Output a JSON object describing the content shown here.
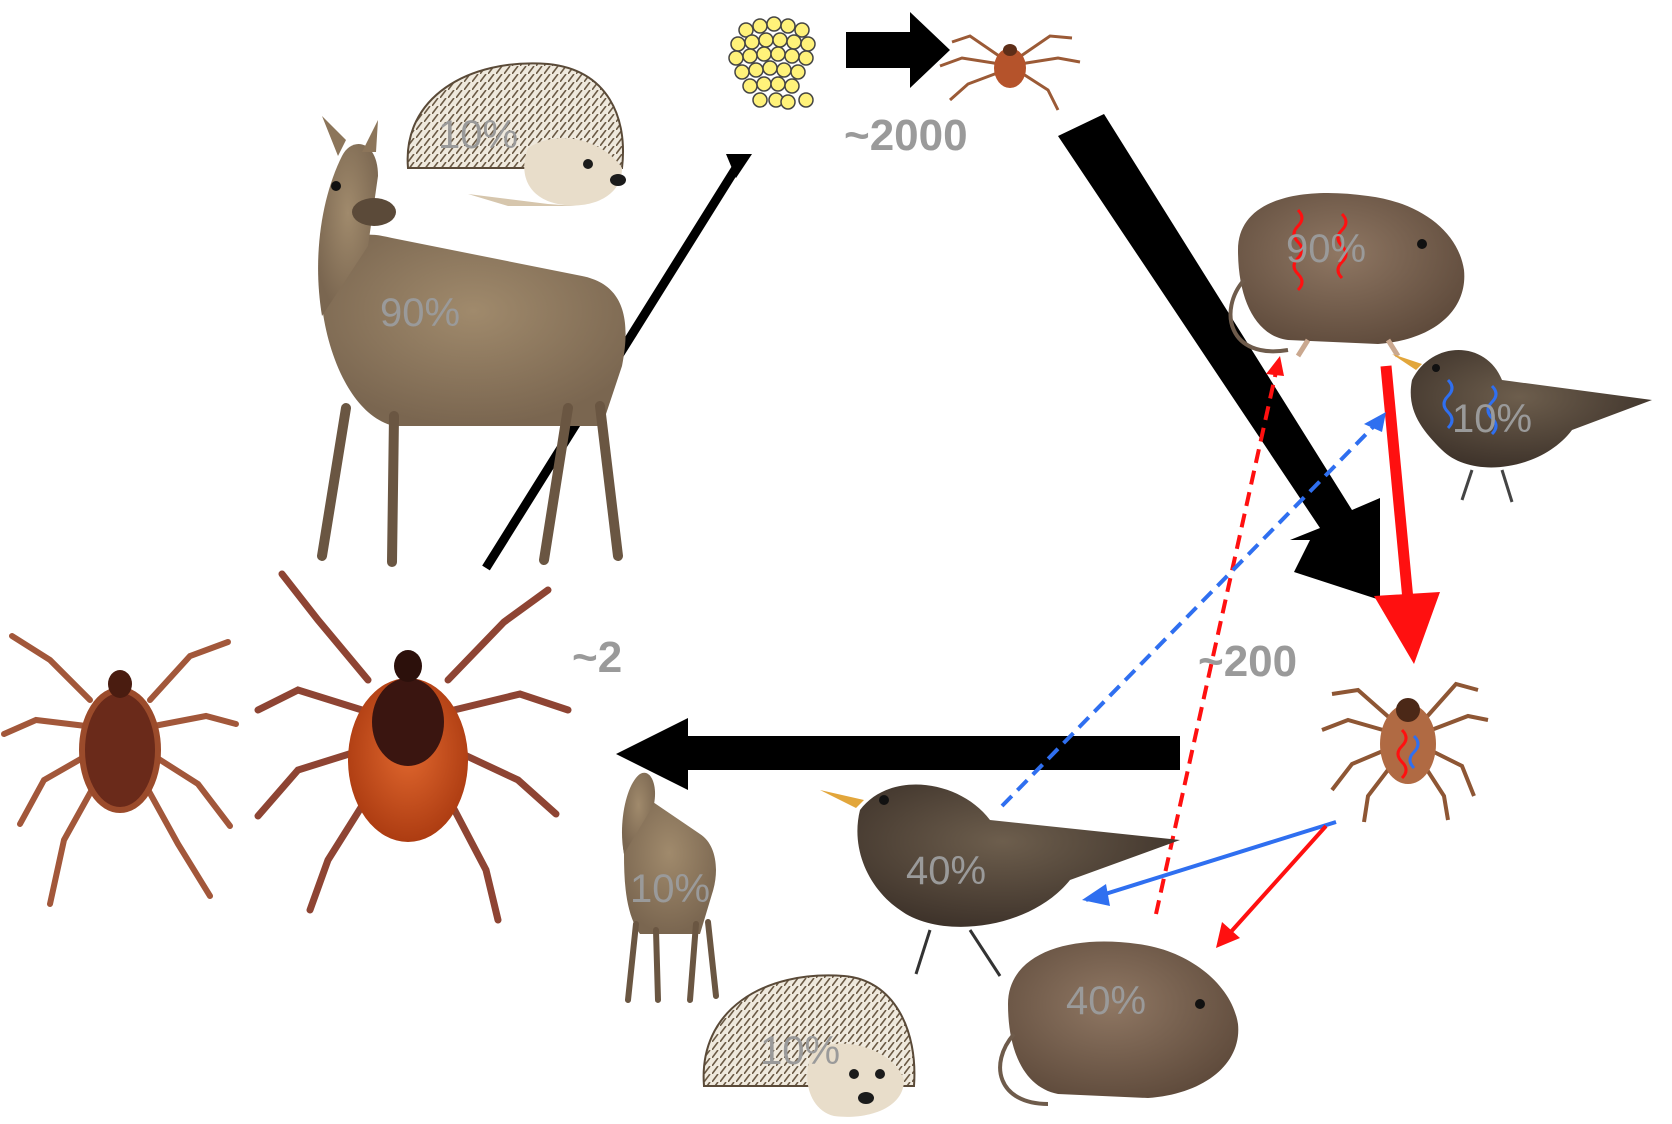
{
  "counts": {
    "eggs_to_larvae": "~2000",
    "nymphs": "~200",
    "adults": "~2"
  },
  "host_share": {
    "deer_top": "90%",
    "hedgehog_top": "10%",
    "vole_top": "90%",
    "bird_top": "10%",
    "bird_bottom": "40%",
    "vole_bottom": "40%",
    "deer_bottom": "10%",
    "hedgehog_bottom": "10%"
  },
  "colors": {
    "flow": "#000000",
    "pathogen_red": "#ff1010",
    "pathogen_blue": "#2f6ff0",
    "label_gray": "#9a9a9a",
    "egg_yellow": "#fff27a"
  }
}
